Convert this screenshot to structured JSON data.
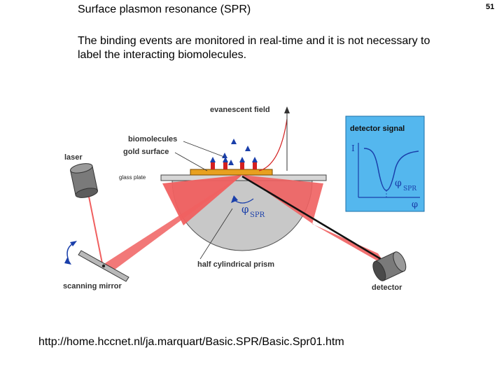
{
  "slide": {
    "title": "Surface plasmon resonance (SPR)",
    "number": "51",
    "body": "The binding events are monitored in real-time and it is not necessary to label the interacting biomolecules.",
    "source_url": "http://home.hccnet.nl/ja.marquart/Basic.SPR/Basic.Spr01.htm"
  },
  "diagram": {
    "labels": {
      "evanescent_field": "evanescent field",
      "biomolecules": "biomolecules",
      "gold_surface": "gold surface",
      "laser": "laser",
      "glass_plate": "glass plate",
      "half_cylindrical_prism": "half cylindrical prism",
      "scanning_mirror": "scanning mirror",
      "detector": "detector",
      "phi_symbol": "φ",
      "spr_subscript": "SPR"
    },
    "detector_signal": {
      "title": "detector signal",
      "y_label": "I",
      "x_label": "φ",
      "dip_label_symbol": "φ",
      "dip_label_subscript": "SPR"
    },
    "colors": {
      "beam": "#f06060",
      "prism": "#c8c8c8",
      "gold": "#e8a020",
      "signal_panel": "#54b7ee",
      "arrow": "#1a3faa"
    }
  }
}
